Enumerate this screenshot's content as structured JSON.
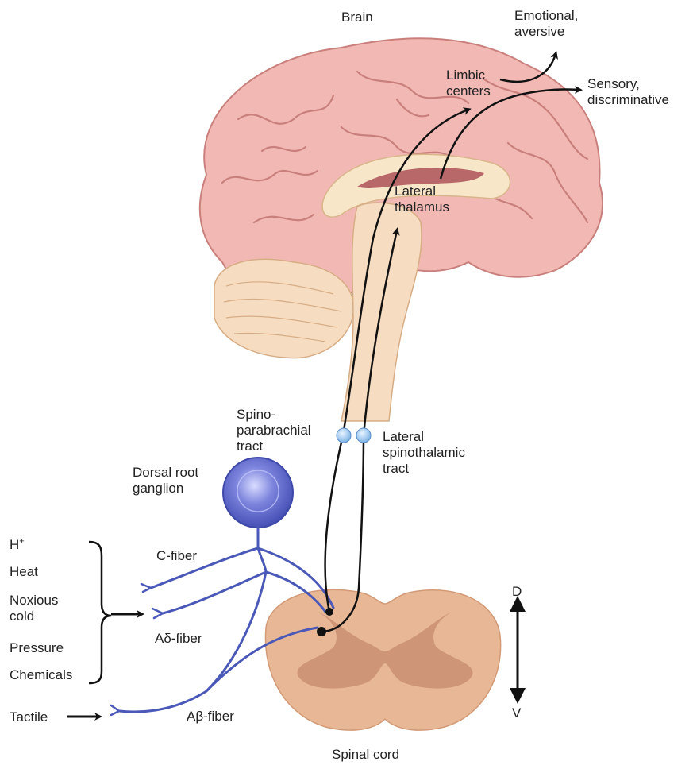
{
  "labels": {
    "brain": "Brain",
    "emotional_1": "Emotional,",
    "emotional_2": "aversive",
    "sensory_1": "Sensory,",
    "sensory_2": "discriminative",
    "limbic_1": "Limbic",
    "limbic_2": "centers",
    "lateral_thal_1": "Lateral",
    "lateral_thal_2": "thalamus",
    "spino_1": "Spino-",
    "spino_2": "parabrachial",
    "spino_3": "tract",
    "lst_1": "Lateral",
    "lst_2": "spinothalamic",
    "lst_3": "tract",
    "drg_1": "Dorsal root",
    "drg_2": "ganglion",
    "c_fiber": "C-fiber",
    "ad_fiber": "Aδ-fiber",
    "ab_fiber": "Aβ-fiber",
    "stim_h": "H",
    "stim_h_sup": "+",
    "stim_heat": "Heat",
    "stim_noxious": "Noxious",
    "stim_cold": "cold",
    "stim_pressure": "Pressure",
    "stim_chemicals": "Chemicals",
    "tactile": "Tactile",
    "axis_d": "D",
    "axis_v": "V",
    "spinal_cord": "Spinal cord"
  },
  "colors": {
    "brain": "#f2b8b4",
    "brain_stroke": "#c9807c",
    "brainstem": "#f6dcc0",
    "cord": "#e8b896",
    "cord_gray": "#c98f72",
    "fiber": "#4a58b8",
    "tract": "#111111"
  }
}
